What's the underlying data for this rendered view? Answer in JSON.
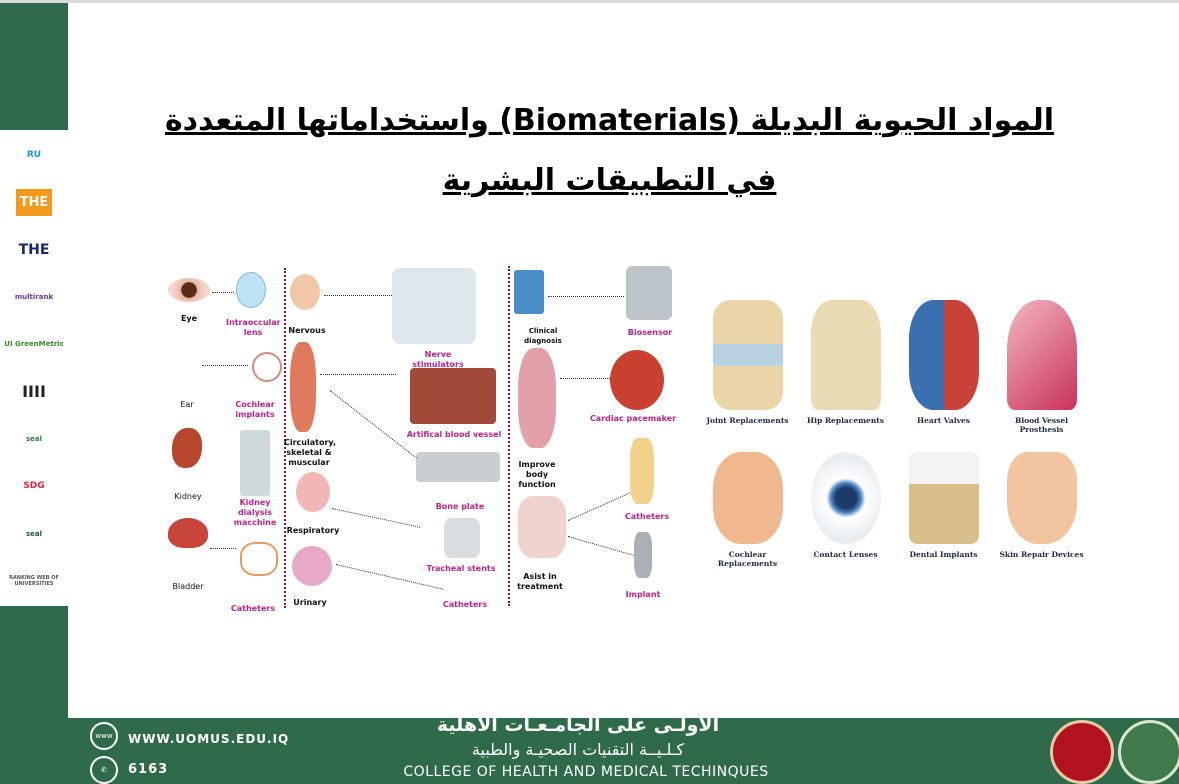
{
  "title": {
    "line1": "المواد الحيوية البديلة (Biomaterials) واستخداماتها المتعددة",
    "line2": "في التطبيقات البشرية"
  },
  "logos": [
    "RU",
    "THE",
    "THE",
    "multirank",
    "UI GreenMetric",
    "IIII",
    "seal",
    "SDG",
    "seal",
    "RANKING WEB OF UNIVERSITIES"
  ],
  "diagram": {
    "eye": "Eye",
    "intraocular": "Intraoccular lens",
    "ear": "Ear",
    "cochlear": "Cochlear implants",
    "kidney": "Kidney",
    "dialysis": "Kidney dialysis macchine",
    "bladder": "Bladder",
    "catheters1": "Catheters",
    "nervous": "Nervous",
    "circulatory": "Circulatory, skeletal & muscular",
    "respiratory": "Respiratory",
    "urinary": "Urinary",
    "nerve_stim": "Nerve stimulators",
    "blood_vessel": "Artifical blood vessel",
    "bone_plate": "Bone plate",
    "tracheal": "Tracheal stents",
    "catheters2": "Catheters",
    "clinical": "Clinical diagnosis",
    "improve": "Improve body function",
    "assist": "Asist in treatment",
    "biosensor": "Biosensor",
    "pacemaker": "Cardiac pacemaker",
    "catheters3": "Catheters",
    "implant": "Implant"
  },
  "grid": [
    "Joint Replacements",
    "Hip Replacements",
    "Heart Valves",
    "Blood Vessel Prosthesis",
    "Cochlear Replacements",
    "Contact Lenses",
    "Dental Implants",
    "Skin Repair Devices"
  ],
  "footer": {
    "web": "WWW.UOMUS.EDU.IQ",
    "phone": "6163",
    "arabic1": "الأولـى على الجامـعـات الاهلية",
    "arabic2": "كـلـيــة التقنيات الصحيـة والطبية",
    "english": "COLLEGE OF HEALTH AND MEDICAL TECHINQUES",
    "web_icon": "www",
    "phone_icon": "phone-icon"
  }
}
